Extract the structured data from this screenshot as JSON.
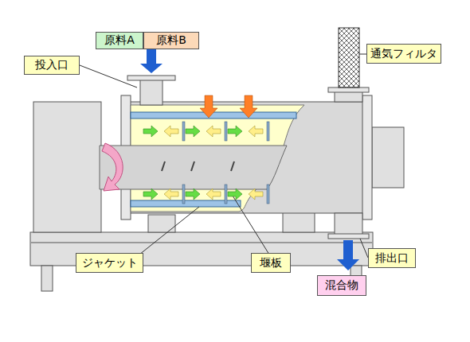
{
  "diagram": {
    "nodes": [
      {
        "text": [
          "原料A"
        ]
      },
      {
        "text": [
          "原料B"
        ]
      },
      {
        "text": [
          "投入口"
        ]
      },
      {
        "text": [
          "通気フィルタ"
        ]
      },
      {
        "text": [
          "ジャケット"
        ]
      },
      {
        "text": [
          "堰板"
        ]
      },
      {
        "text": [
          "排出口"
        ]
      },
      {
        "text": [
          "混合物"
        ]
      }
    ]
  }
}
